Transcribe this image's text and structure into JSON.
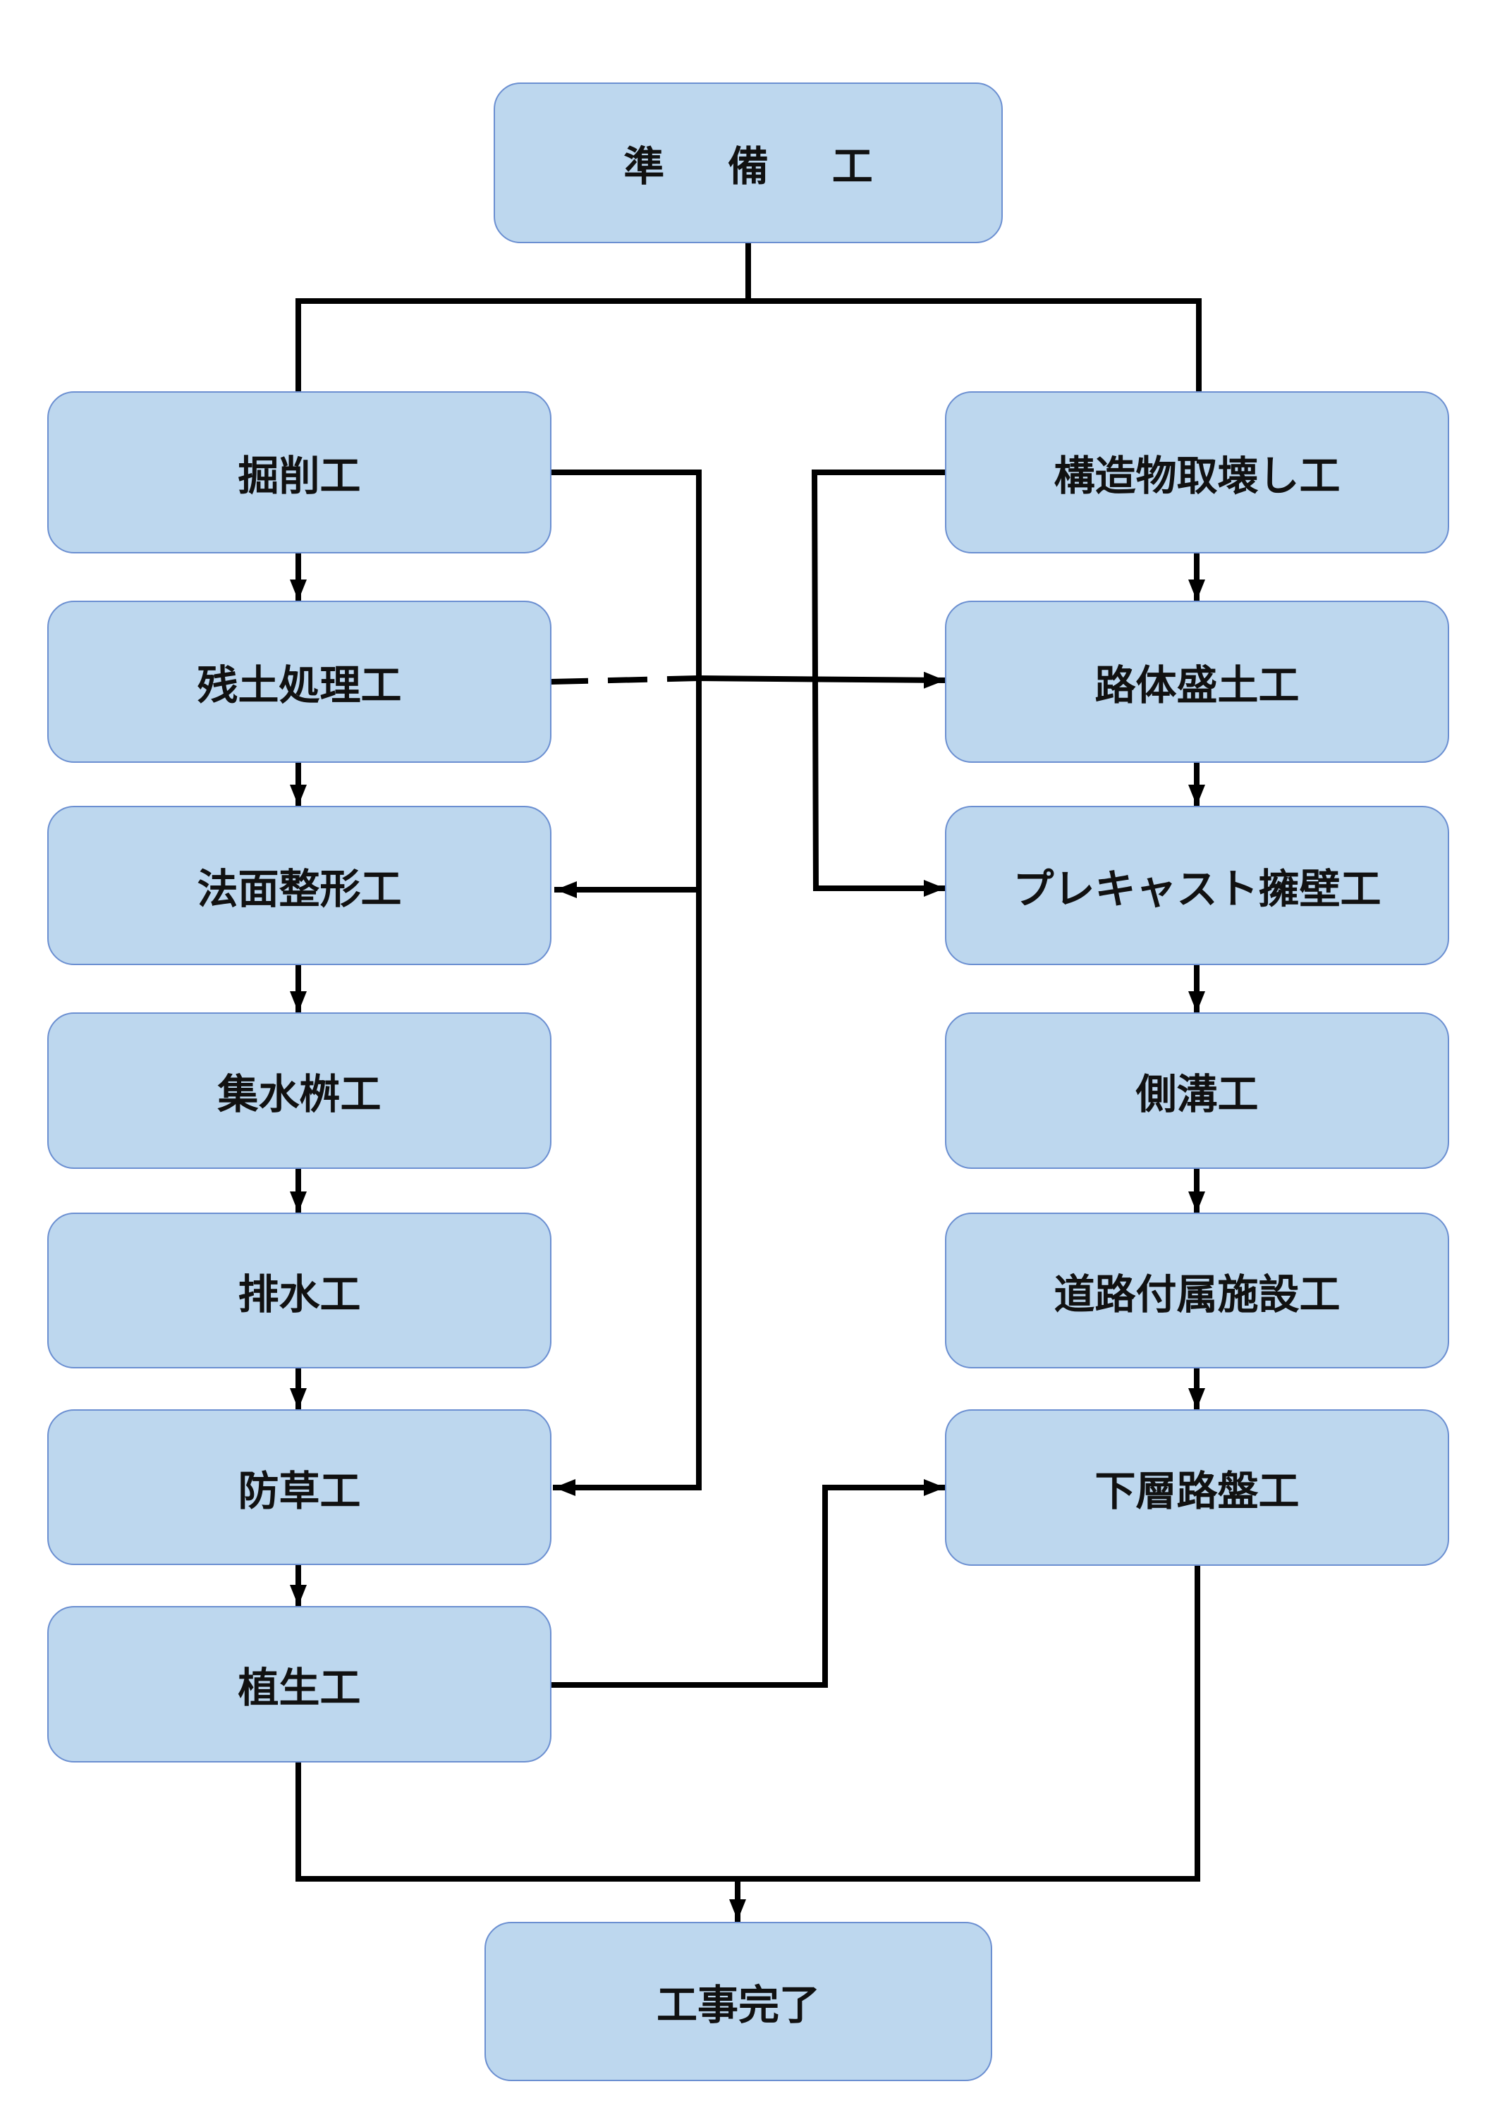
{
  "nodes": {
    "start": "準 備 工",
    "left_1": "掘削工",
    "left_2": "残土処理工",
    "left_3": "法面整形工",
    "left_4": "集水桝工",
    "left_5": "排水工",
    "left_6": "防草工",
    "left_7": "植生工",
    "right_1": "構造物取壊し工",
    "right_2": "路体盛土工",
    "right_3": "プレキャスト擁壁工",
    "right_4": "側溝工",
    "right_5": "道路付属施設工",
    "right_6": "下層路盤工",
    "end": "工事完了"
  },
  "colors": {
    "node_fill": "#bdd7ee",
    "node_border": "#6b8fd1",
    "connector": "#000000"
  }
}
